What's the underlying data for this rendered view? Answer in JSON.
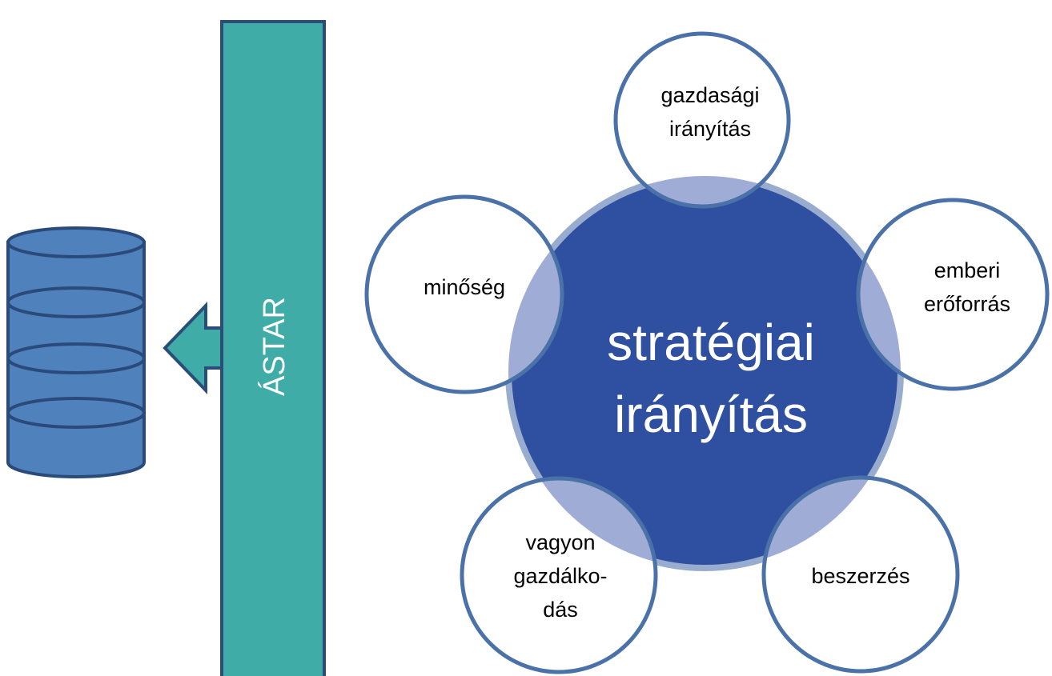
{
  "center": {
    "lines": [
      "stratégiai",
      "irányítás"
    ]
  },
  "satellites": [
    {
      "id": "gazdasagi",
      "lines": [
        "gazdasági",
        "irányítás"
      ]
    },
    {
      "id": "emberi",
      "lines": [
        "emberi",
        "erőforrás"
      ]
    },
    {
      "id": "minoseg",
      "lines": [
        "minőség"
      ]
    },
    {
      "id": "vagyon",
      "lines": [
        "vagyon",
        "gazdálko-",
        "dás"
      ]
    },
    {
      "id": "beszerzes",
      "lines": [
        "beszerzés"
      ]
    }
  ],
  "bar": {
    "label": "ÁSTAR"
  },
  "database": {
    "icon": "database-icon"
  },
  "arrow": {
    "icon": "arrow-left-icon"
  },
  "colors": {
    "center_fill": "#2f50a0",
    "center_ring": "#98acd0",
    "satellite_ring": "#4a72a8",
    "overlap": "#7f90c8",
    "bar_fill": "#40aca8",
    "bar_stroke": "#2a4d7a",
    "cylinder_fill": "#4f81bd",
    "cylinder_stroke": "#2a4a7a"
  }
}
